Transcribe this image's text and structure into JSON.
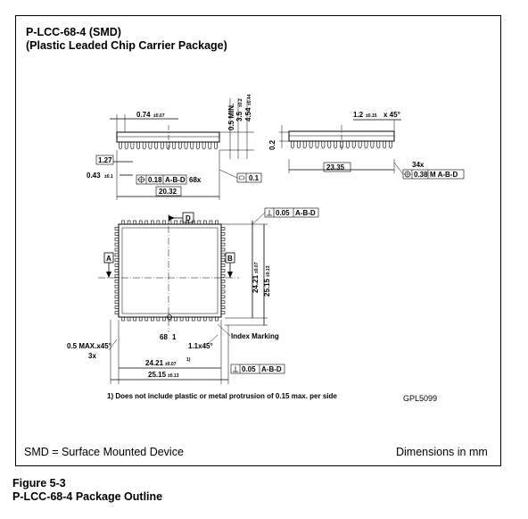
{
  "header": {
    "title_line1": "P-LCC-68-4 (SMD)",
    "title_line2": "(Plastic Leaded Chip Carrier Package)"
  },
  "side_view": {
    "dim_074": "0.74",
    "dim_074_tol": "±0.07",
    "dim_05min": "0.5 MIN.",
    "dim_35": "3.5",
    "dim_35_tol": "±0.2",
    "dim_454": "4.54",
    "dim_454_tol": "±0.44",
    "dim_127": "1.27",
    "dim_043": "0.43",
    "dim_043_tol": "±0.1",
    "fcf_value": "0.18",
    "fcf_datum": "A-B-D",
    "fcf_count": "68x",
    "flatness": "0.1",
    "dim_2032": "20.32"
  },
  "end_view": {
    "dim_02": "0.2",
    "dim_12": "1.2",
    "dim_12_tol": "±0.15",
    "angle": "x 45°",
    "dim_2335": "23.35",
    "count": "34x",
    "fcf_value": "0.38",
    "fcf_datum": "M A-B-D"
  },
  "top_view": {
    "datum_d": "D",
    "datum_a": "A",
    "datum_b": "B",
    "perp_value_top": "0.05",
    "perp_datum_top": "A-B-D",
    "dim_2421_v": "24.21",
    "dim_2421_v_tol": "±0.07",
    "dim_2515_v": "25.15",
    "dim_2515_v_tol": "±0.13",
    "pin_68": "68",
    "pin_1": "1",
    "index_marking": "Index Marking",
    "chamfer_05": "0.5 MAX.x45°",
    "chamfer_3x": "3x",
    "chamfer_11": "1.1x45°",
    "dim_2421_h": "24.21",
    "dim_2421_h_tol": "±0.07",
    "note_ref": "1)",
    "perp_value_bottom": "0.05",
    "perp_datum_bottom": "A-B-D",
    "dim_2515_h": "25.15",
    "dim_2515_h_tol": "±0.13"
  },
  "notes": {
    "footnote": "1) Does not include plastic or metal protrusion of 0.15 max. per side",
    "drawing_ref": "GPL5099"
  },
  "footer": {
    "smd_legend": "SMD = Surface Mounted Device",
    "units": "Dimensions in mm"
  },
  "caption": {
    "figure_number": "Figure 5-3",
    "figure_title": "P-LCC-68-4 Package Outline"
  }
}
